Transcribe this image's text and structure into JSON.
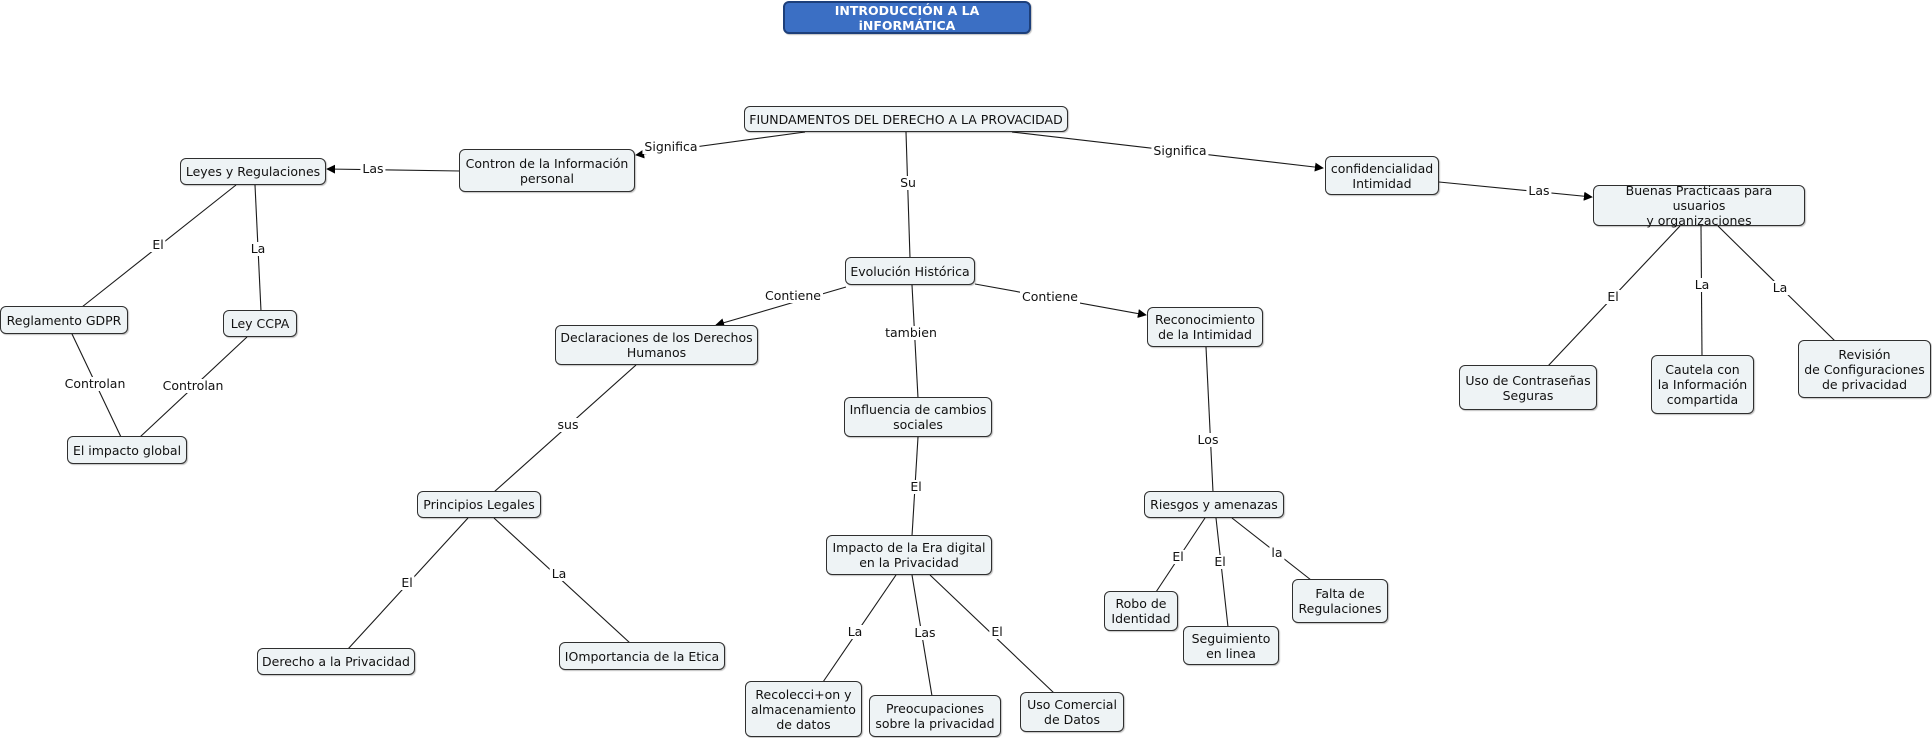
{
  "nodes": {
    "title": "INTRODUCCIÓN A LA iNFORMÁTICA",
    "fundamentos": "FIUNDAMENTOS DEL DERECHO A LA PROVACIDAD",
    "contron": "Contron de la Información\npersonal",
    "leyes": "Leyes y Regulaciones",
    "gdpr": "Reglamento GDPR",
    "ccpa": "Ley CCPA",
    "impacto_global": "El impacto global",
    "evolucion": "Evolución Histórica",
    "declaraciones": "Declaraciones de los Derechos\nHumanos",
    "principios": "Principios Legales",
    "derecho_priv": "Derecho a la Privacidad",
    "importancia_etica": "IOmportancia de la Etica",
    "influencia": "Influencia de cambios\nsociales",
    "impacto_era": "Impacto de la Era digital\nen la Privacidad",
    "recoleccion": "Recolecci+on y\nalmacenamiento\nde datos",
    "preocupaciones": "Preocupaciones\nsobre la privacidad",
    "uso_comercial": "Uso Comercial\nde Datos",
    "reconocimiento": "Reconocimiento\nde la Intimidad",
    "riesgos": "Riesgos y amenazas",
    "robo": "Robo de\nIdentidad",
    "seguimiento": "Seguimiento\nen linea",
    "falta_reg": "Falta de\nRegulaciones",
    "confidencialidad": "confidencialidad\nIntimidad",
    "buenas": "Buenas Practicaas para usuarios\ny organizaciones",
    "contrasenas": "Uso de Contraseñas\nSeguras",
    "cautela": "Cautela con\nla Información\ncompartida",
    "revision": "Revisión\nde Configuraciones\nde privacidad"
  },
  "links": {
    "significa_left": "Significa",
    "las_leyes": "Las",
    "el_gdpr": "El",
    "la_ccpa": "La",
    "controlan_gdpr": "Controlan",
    "controlan_ccpa": "Controlan",
    "su": "Su",
    "contiene_left": "Contiene",
    "sus": "sus",
    "el_derecho": "El",
    "la_etica": "La",
    "tambien": "tambien",
    "el_impacto": "El",
    "la_recoleccion": "La",
    "las_preocupaciones": "Las",
    "el_uso": "El",
    "contiene_right": "Contiene",
    "los": "Los",
    "el_robo": "El",
    "el_seguimiento": "El",
    "la_falta": "la",
    "significa_right": "Significa",
    "las_buenas": "Las",
    "el_contrasenas": "El",
    "la_cautela": "La",
    "la_revision": "La"
  },
  "colors": {
    "title_fill": "#3b6fc4",
    "node_fill": "#eef3f5",
    "line": "#1a1a1a"
  }
}
